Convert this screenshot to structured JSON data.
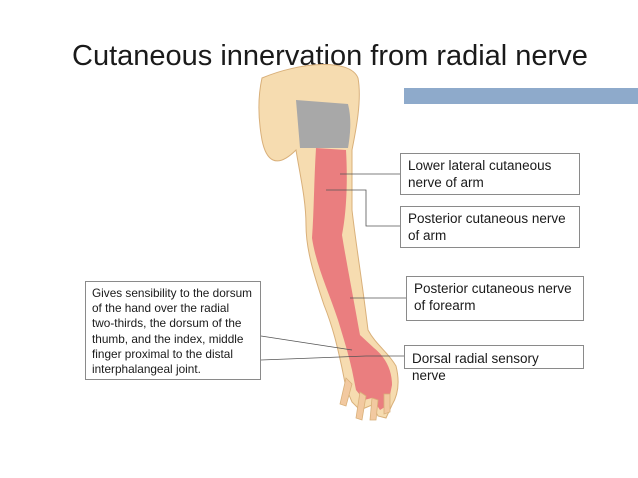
{
  "slide": {
    "title": "Cutaneous innervation from radial  nerve",
    "accent_color": "#8eaacb"
  },
  "labels": {
    "lower_lateral": "Lower lateral cutaneous nerve of arm",
    "posterior_arm": "Posterior cutaneous nerve of arm",
    "posterior_forearm": "Posterior cutaneous nerve of forearm",
    "dorsal_radial": "Dorsal radial sensory nerve"
  },
  "note": {
    "text": "Gives sensibility to the dorsum of the hand over the radial two-thirds, the dorsum of the thumb, and the index, middle finger proximal to the distal interphalangeal joint."
  },
  "colors": {
    "skin": "#f6dcb0",
    "innervated_region": "#e9737a",
    "axillary_region": "#a8a8a8"
  }
}
